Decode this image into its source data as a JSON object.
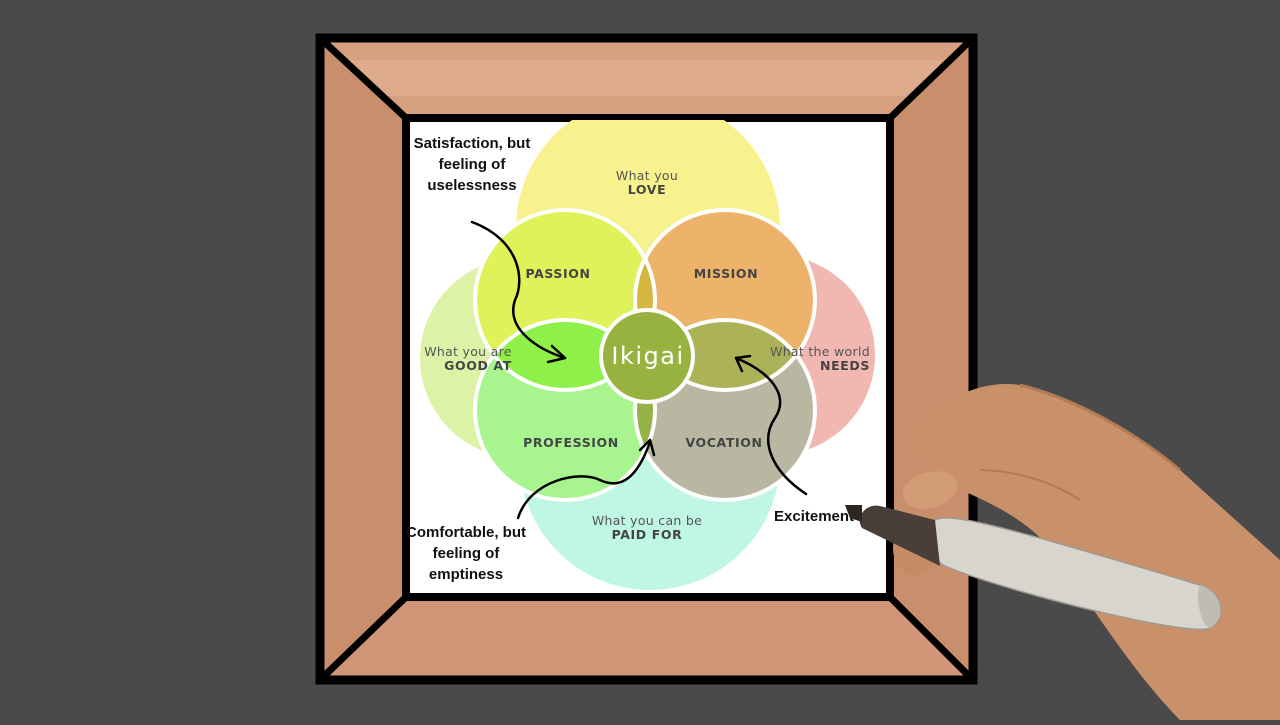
{
  "diagram": {
    "circles": {
      "love": {
        "line1": "What you",
        "line2": "LOVE",
        "color": "#f7f28d"
      },
      "good_at": {
        "line1": "What you are",
        "line2": "GOOD AT",
        "color": "#dcf2a6"
      },
      "needs": {
        "line1": "What the world",
        "line2": "NEEDS",
        "color": "#f1b8b2"
      },
      "paid_for": {
        "line1": "What you can be",
        "line2": "PAID FOR",
        "color": "#bff7e4"
      }
    },
    "overlaps": {
      "passion": "PASSION",
      "mission": "MISSION",
      "profession": "PROFESSION",
      "vocation": "VOCATION"
    },
    "center": "Ikigai"
  },
  "annotations": {
    "top_left": [
      "Satisfaction, but",
      "feeling of",
      "uselessness"
    ],
    "bottom_left": [
      "Comfortable, but",
      "feeling of",
      "emptiness"
    ],
    "bottom_right": [
      "Excitement"
    ]
  }
}
